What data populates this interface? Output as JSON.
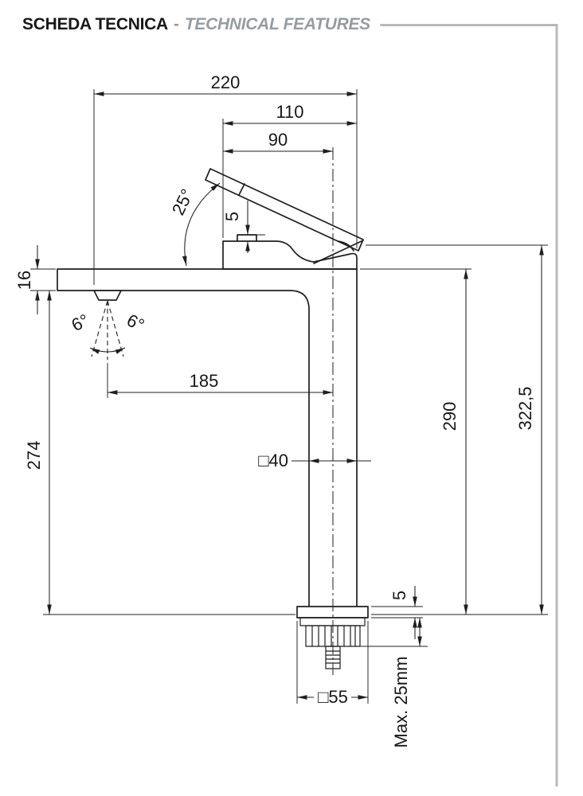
{
  "colors": {
    "ink": "#1d1f21",
    "accent_gray": "#b6babf",
    "title_secondary_gray": "#969ca2"
  },
  "header": {
    "title_primary": "SCHEDA TECNICA",
    "title_separator": "-",
    "title_secondary": "TECHNICAL FEATURES"
  },
  "drawing": {
    "subject": "tall single-lever basin mixer tap, side elevation with dimensions (mm)",
    "dimensions": {
      "top_width": "220",
      "head_width": "110",
      "head_to_axis": "90",
      "handle_angle": "25°",
      "lip_height": "5",
      "spout_section_height": "16",
      "spray_angle_left": "6°",
      "spray_angle_right": "6°",
      "spout_reach": "185",
      "height_to_spout_underside": "274",
      "height_to_spout_top": "290",
      "height_total": "322,5",
      "body_section": "□40",
      "flange_height": "5",
      "base_section": "□55",
      "max_mounting_thickness": "Max. 25mm"
    }
  }
}
